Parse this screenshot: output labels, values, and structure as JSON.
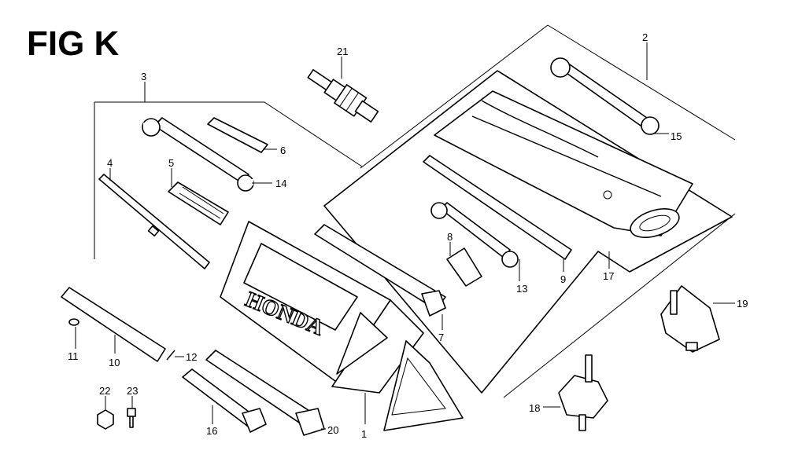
{
  "figure": {
    "title": "FIG K"
  },
  "brand_text": "HONDA",
  "callouts": [
    {
      "id": "c1",
      "label": "1"
    },
    {
      "id": "c2",
      "label": "2"
    },
    {
      "id": "c3",
      "label": "3"
    },
    {
      "id": "c4",
      "label": "4"
    },
    {
      "id": "c5",
      "label": "5"
    },
    {
      "id": "c6",
      "label": "6"
    },
    {
      "id": "c7",
      "label": "7"
    },
    {
      "id": "c8",
      "label": "8"
    },
    {
      "id": "c9",
      "label": "9"
    },
    {
      "id": "c10",
      "label": "10"
    },
    {
      "id": "c11",
      "label": "11"
    },
    {
      "id": "c12",
      "label": "12"
    },
    {
      "id": "c13",
      "label": "13"
    },
    {
      "id": "c14",
      "label": "14"
    },
    {
      "id": "c15",
      "label": "15"
    },
    {
      "id": "c16",
      "label": "16"
    },
    {
      "id": "c17",
      "label": "17"
    },
    {
      "id": "c18",
      "label": "18"
    },
    {
      "id": "c19",
      "label": "19"
    },
    {
      "id": "c20",
      "label": "20"
    },
    {
      "id": "c21",
      "label": "21"
    },
    {
      "id": "c22",
      "label": "22"
    },
    {
      "id": "c23",
      "label": "23"
    }
  ],
  "icons": [
    "wrench-icon",
    "spark-plug-icon",
    "socket-wrench-icon",
    "screwdriver-icon",
    "tool-bag-icon",
    "tool-case-icon",
    "mount-icon"
  ]
}
